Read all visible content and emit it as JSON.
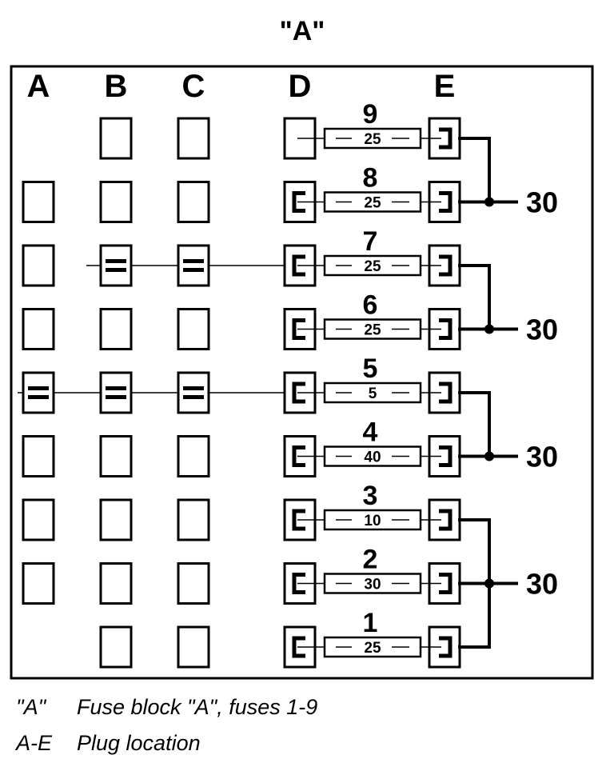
{
  "title": "\"A\"",
  "columns": [
    "A",
    "B",
    "C",
    "D",
    "E"
  ],
  "rows": [
    {
      "fuse": "9",
      "rating": "25",
      "a": false,
      "b": "plain",
      "c": "plain",
      "d": "plain"
    },
    {
      "fuse": "8",
      "rating": "25",
      "a": "plain",
      "b": "plain",
      "c": "plain",
      "d": "terminal"
    },
    {
      "fuse": "7",
      "rating": "25",
      "a": "plain",
      "b": "bridged",
      "c": "bridged",
      "d": "terminal"
    },
    {
      "fuse": "6",
      "rating": "25",
      "a": "plain",
      "b": "plain",
      "c": "plain",
      "d": "terminal"
    },
    {
      "fuse": "5",
      "rating": "5",
      "a": "bridged",
      "b": "bridged",
      "c": "bridged",
      "d": "terminal"
    },
    {
      "fuse": "4",
      "rating": "40",
      "a": "plain",
      "b": "plain",
      "c": "plain",
      "d": "terminal"
    },
    {
      "fuse": "3",
      "rating": "10",
      "a": "plain",
      "b": "plain",
      "c": "plain",
      "d": "terminal"
    },
    {
      "fuse": "2",
      "rating": "30",
      "a": "plain",
      "b": "plain",
      "c": "plain",
      "d": "terminal"
    },
    {
      "fuse": "1",
      "rating": "25",
      "a": false,
      "b": "plain",
      "c": "plain",
      "d": "terminal"
    }
  ],
  "terminals": [
    {
      "label": "30",
      "rows": [
        0,
        1
      ]
    },
    {
      "label": "30",
      "rows": [
        2,
        3
      ]
    },
    {
      "label": "30",
      "rows": [
        4,
        5
      ]
    },
    {
      "label": "30",
      "rows": [
        6,
        7,
        8
      ]
    }
  ],
  "legend": [
    {
      "key": "\"A\"",
      "text": "Fuse block \"A\", fuses 1-9"
    },
    {
      "key": "A-E",
      "text": "Plug location"
    }
  ]
}
